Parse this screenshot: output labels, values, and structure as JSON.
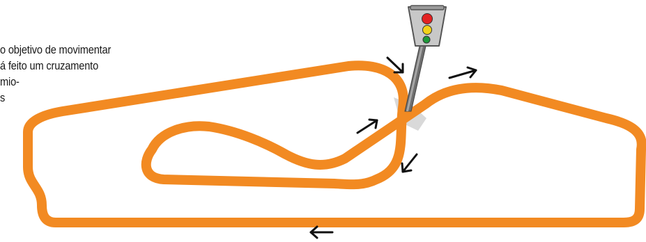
{
  "caption": {
    "lines": [
      "o objetivo de movimentar",
      "á feito um cruzamento",
      "mio-",
      "s"
    ]
  },
  "colors": {
    "track": "#F28A22",
    "arrow": "#111111",
    "pole": "#6E6E6E",
    "pole_light": "#A6A6A6",
    "signal_body": "#C8C8C8",
    "light_red": "#E32222",
    "light_yellow": "#F2D21A",
    "light_green": "#1E9A3A",
    "shadow": "#D9D9D9"
  },
  "icons": {
    "traffic_light": "traffic-light-icon",
    "arrow": "arrow-icon"
  }
}
